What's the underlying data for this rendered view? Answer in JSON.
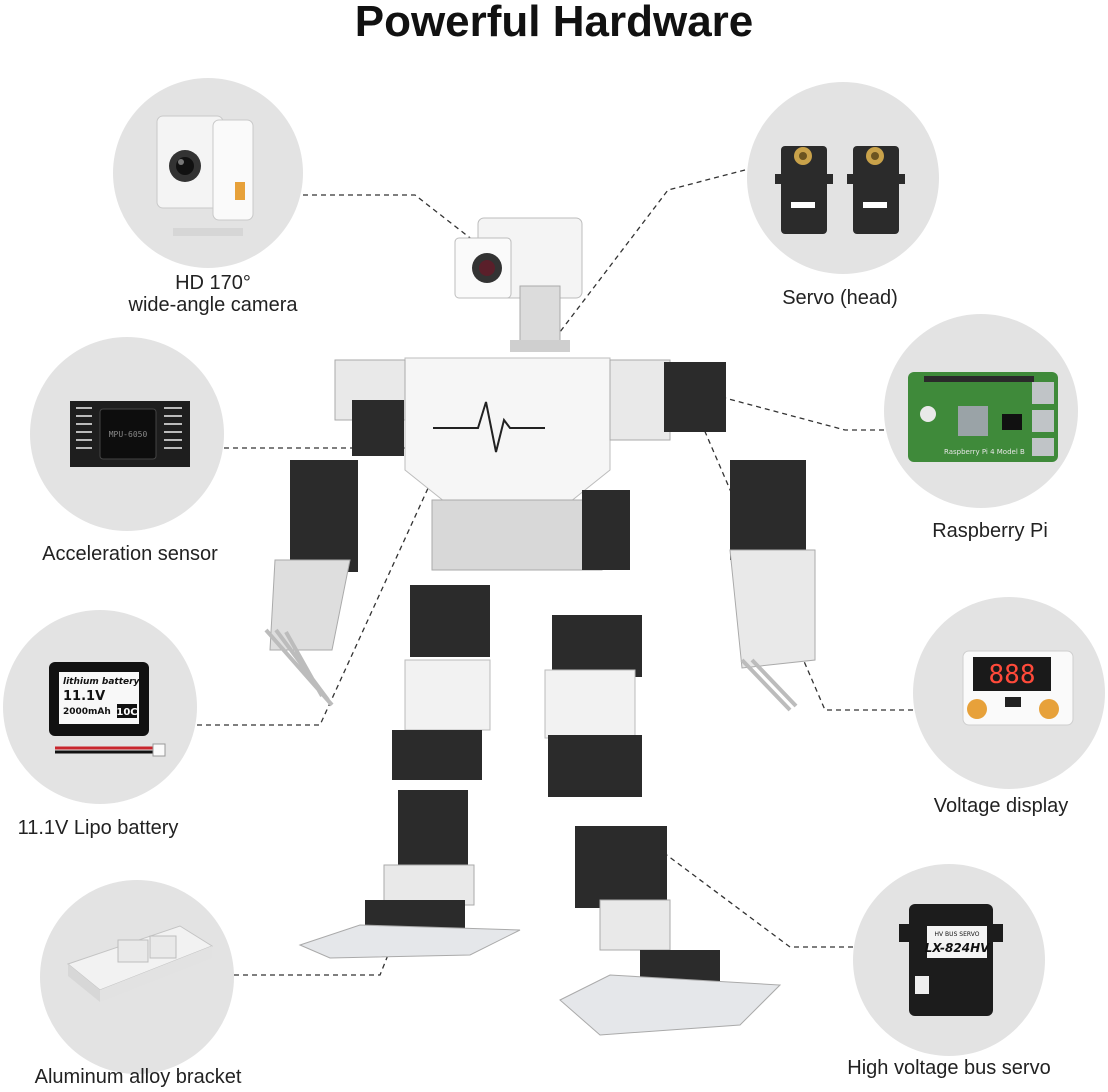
{
  "title": "Powerful Hardware",
  "components": {
    "camera": {
      "label_line1": "HD 170°",
      "label_line2": "wide-angle camera",
      "icon": "camera-icon"
    },
    "servo_head": {
      "label": "Servo (head)",
      "icon": "servo-icon"
    },
    "accel": {
      "label": "Acceleration sensor",
      "icon": "chip-icon",
      "chip_text": "MPU-6050"
    },
    "raspi": {
      "label": "Raspberry Pi",
      "icon": "board-icon",
      "board_text": "Raspberry Pi 4 Model B"
    },
    "battery": {
      "label": "11.1V Lipo battery",
      "icon": "battery-icon",
      "line1": "lithium battery",
      "line2": "11.1V",
      "line3": "2000mAh",
      "badge": "10C"
    },
    "voltage": {
      "label": "Voltage display",
      "icon": "display-icon",
      "digits": "888"
    },
    "bracket": {
      "label": "Aluminum alloy bracket",
      "icon": "bracket-icon"
    },
    "bus_servo": {
      "label": "High voltage bus servo",
      "icon": "servo-icon",
      "model": "LX-824HV",
      "brand": "HV BUS SERVO"
    }
  },
  "robot": {
    "name": "humanoid-robot",
    "chest_symbol": "heartbeat-line"
  },
  "colors": {
    "circle_bg": "#e3e3e3",
    "servo_black": "#2b2b2b",
    "bracket_silver": "#d9dcdf",
    "text": "#222222"
  }
}
